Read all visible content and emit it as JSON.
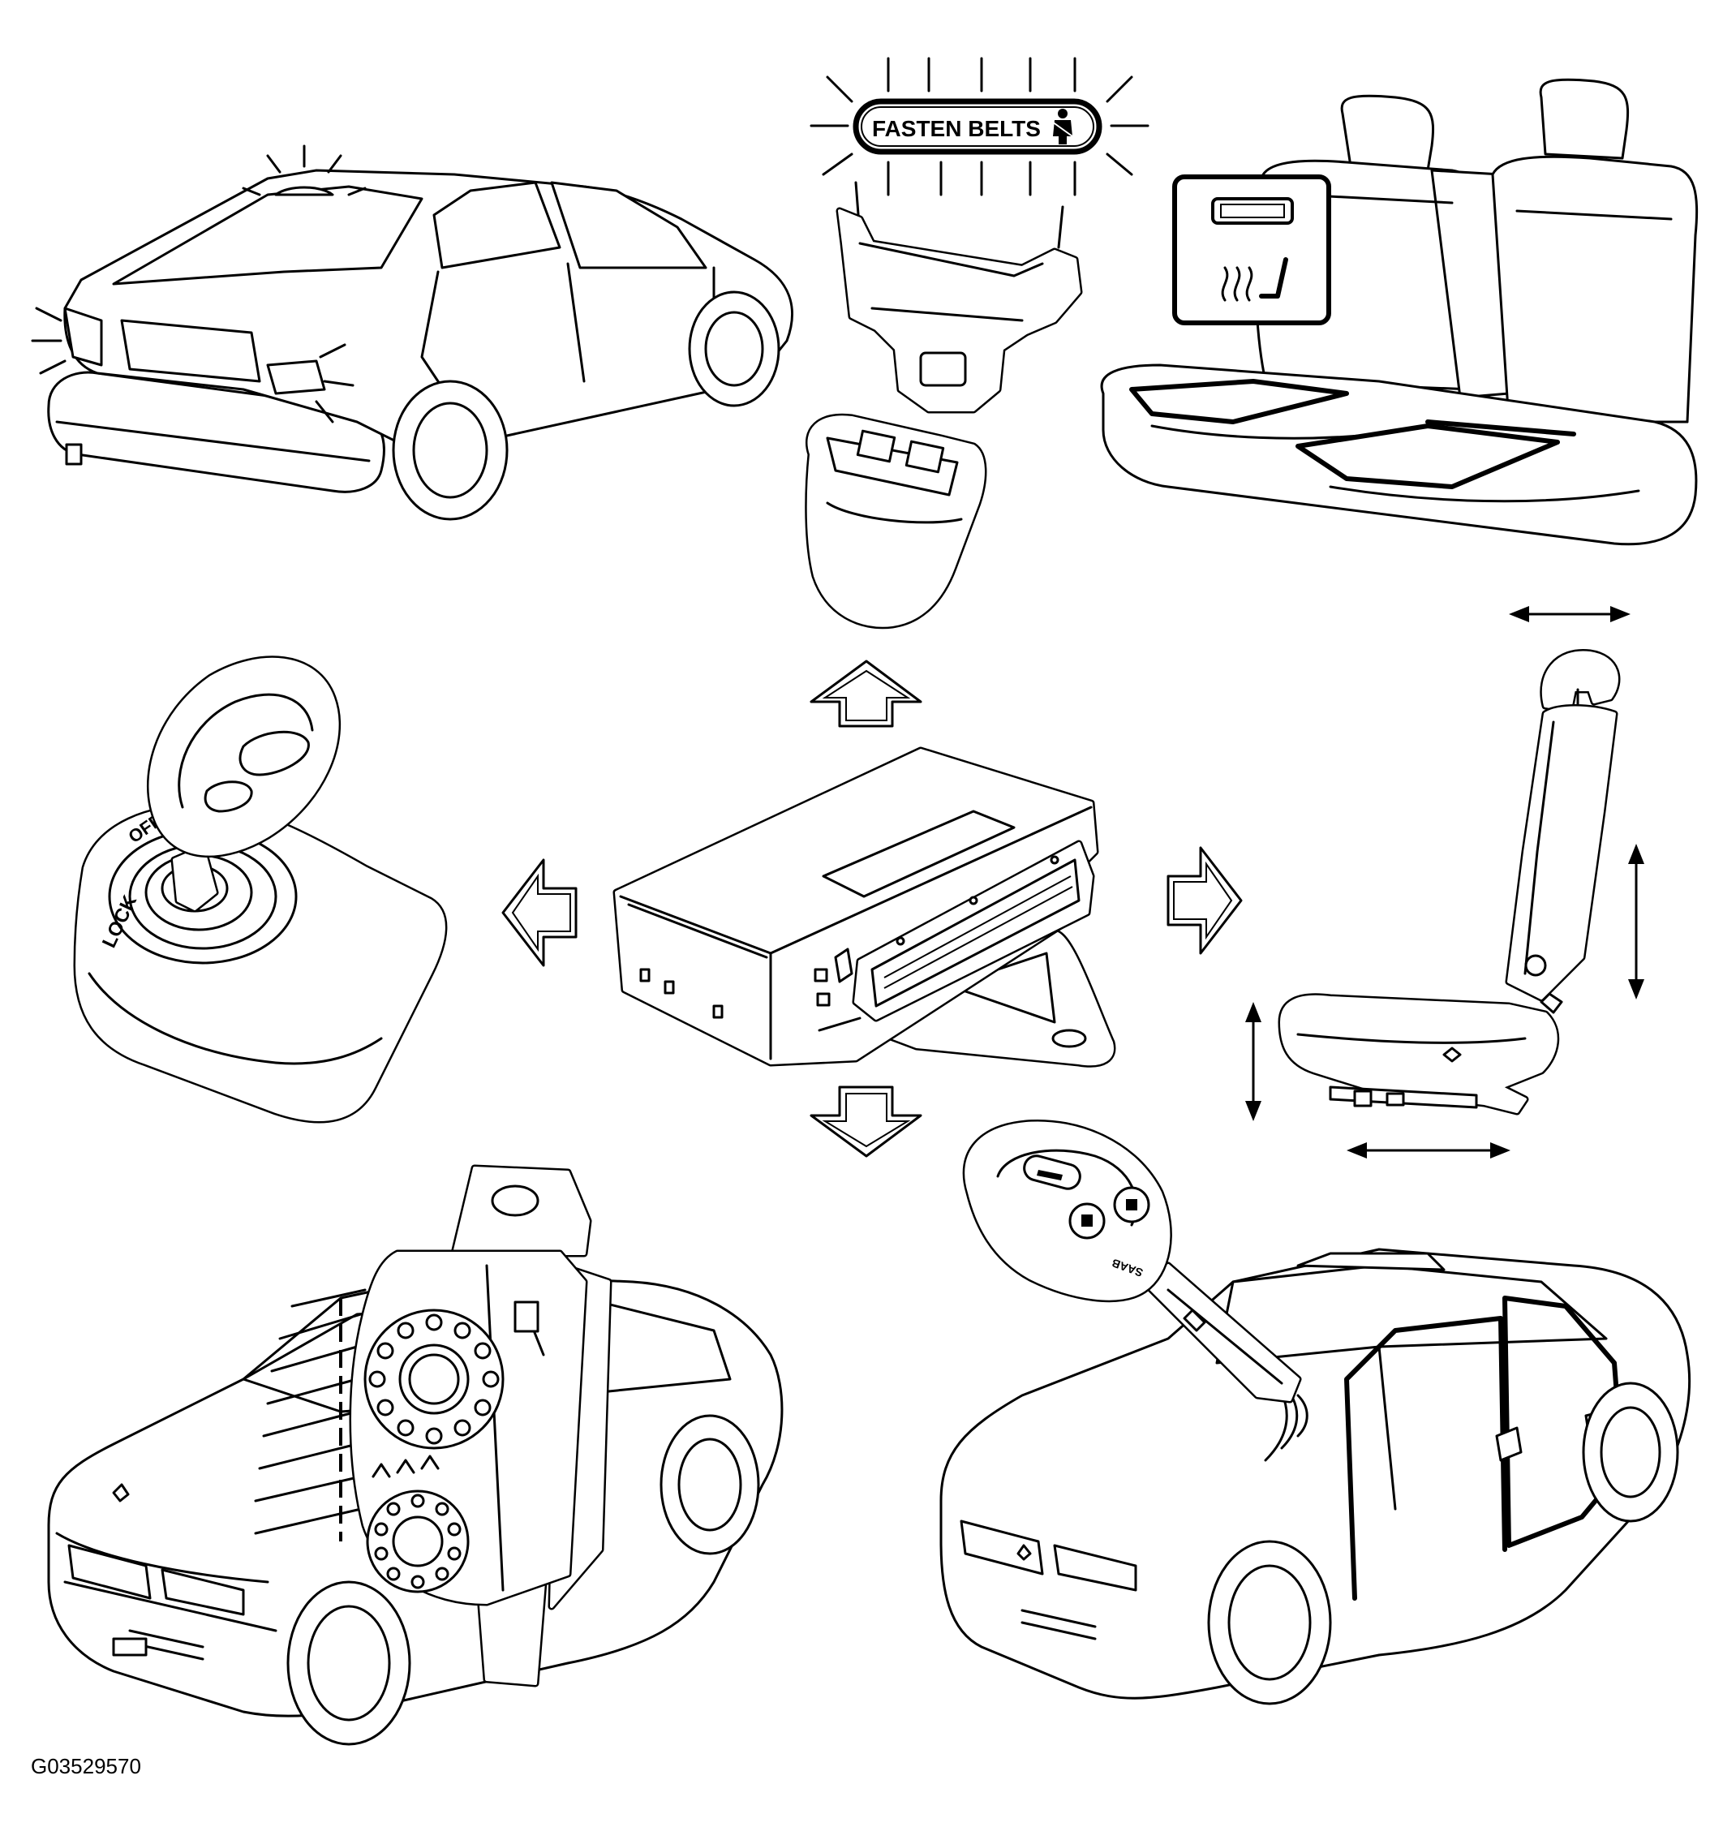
{
  "figure": {
    "id_label": "G03529570"
  },
  "warning_lamp": {
    "text": "FASTEN BELTS"
  },
  "ignition": {
    "lock_label": "LOCK",
    "off_label": "OFF"
  },
  "remote_key": {
    "brand_label": "SAAB"
  },
  "icons": [
    "control-module-icon",
    "arrow-up-icon",
    "arrow-down-icon",
    "arrow-left-icon",
    "arrow-right-icon",
    "hatchback-car-icon",
    "seat-belt-buckle-icon",
    "heated-seat-icon",
    "ignition-switch-icon",
    "power-seat-icon",
    "instrument-cluster-icon",
    "remote-key-icon",
    "sedan-car-icon"
  ]
}
